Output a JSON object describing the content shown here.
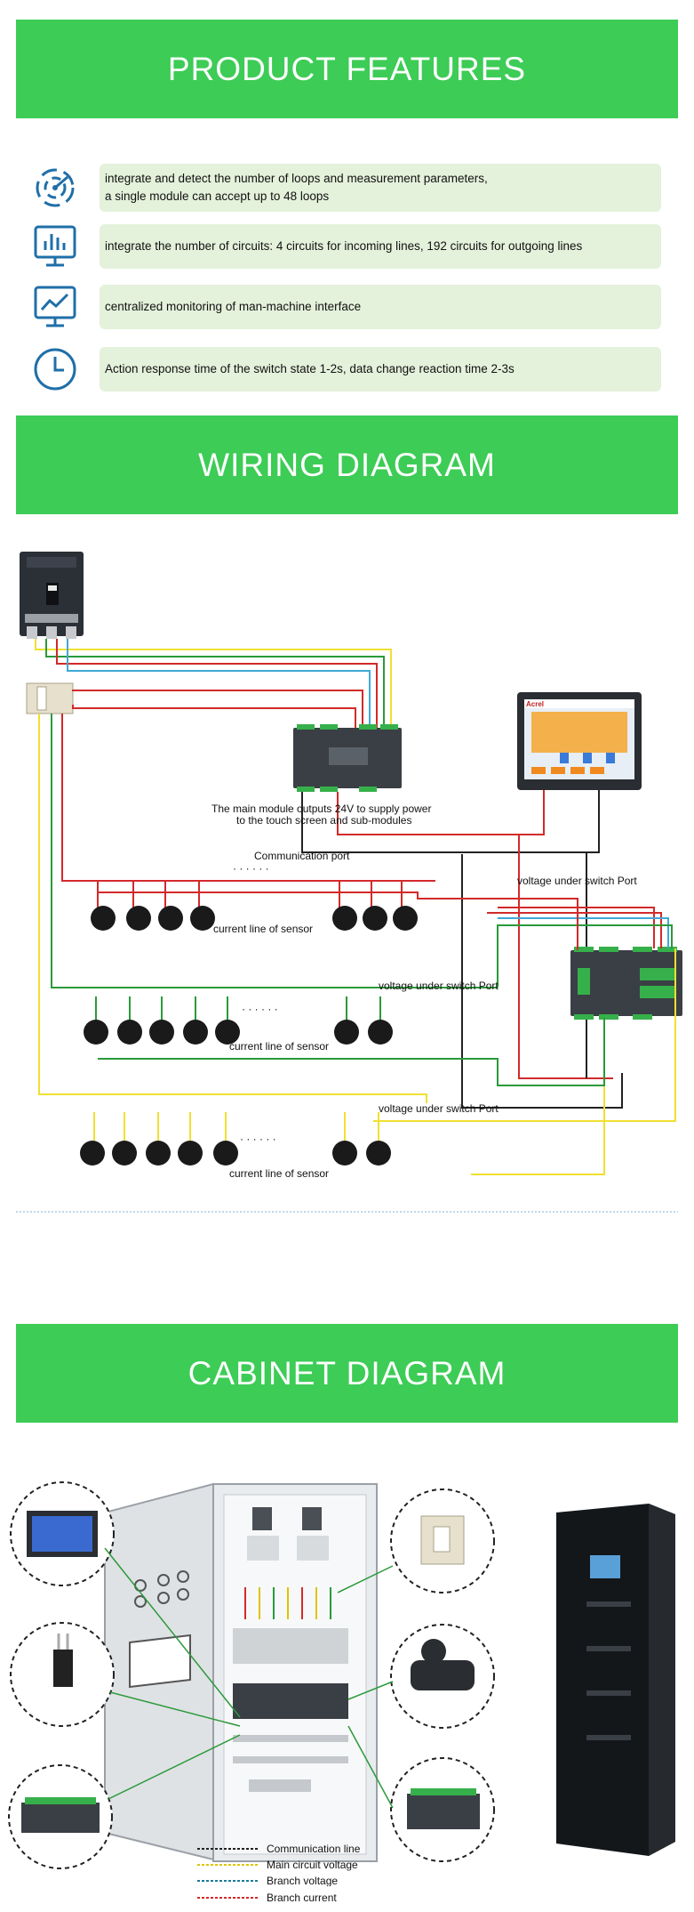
{
  "sections": {
    "features_title": "PRODUCT FEATURES",
    "wiring_title": "WIRING DIAGRAM",
    "cabinet_title": "CABINET DIAGRAM"
  },
  "features": [
    {
      "icon": "sensor-signal-icon",
      "line1": "integrate and detect the number of loops and measurement parameters,",
      "line2": "a single module can accept up to 48 loops"
    },
    {
      "icon": "bar-chart-monitor-icon",
      "line1": "integrate the number of circuits: 4 circuits for incoming lines, 192 circuits for outgoing lines",
      "line2": ""
    },
    {
      "icon": "trend-monitor-icon",
      "line1": "centralized monitoring of man-machine interface",
      "line2": ""
    },
    {
      "icon": "clock-icon",
      "line1": "Action response time of the switch state 1-2s, data change reaction time 2-3s",
      "line2": ""
    }
  ],
  "wiring": {
    "main_module_note_1": "The main module outputs 24V to supply power",
    "main_module_note_2": "to the touch screen and sub-modules",
    "comm_port": "Communication port",
    "voltage_port_1": "voltage under switch Port",
    "voltage_port_2": "voltage under switch Port",
    "voltage_port_3": "voltage under switch Port",
    "sensor_label_1": "current line of sensor",
    "sensor_label_2": "current line of sensor",
    "sensor_label_3": "current line of sensor",
    "dots": "· · · · · ·",
    "hmi_brand": "Acrel"
  },
  "cabinet": {
    "legend": [
      {
        "label": "Communication line",
        "color": "#222222",
        "dash": "3,2"
      },
      {
        "label": "Main circuit voltage",
        "color": "#e0c400",
        "dash": "3,2"
      },
      {
        "label": "Branch voltage",
        "color": "#1a7a9a",
        "dash": "3,2"
      },
      {
        "label": "Branch current",
        "color": "#d22a2a",
        "dash": "3,2"
      }
    ]
  },
  "colors": {
    "banner_green": "#3dcc56",
    "feature_bg": "#e4f1db",
    "icon_blue": "#1f6fa8",
    "wire_red": "#d22a2a",
    "wire_green": "#2a9a3a",
    "wire_yellow": "#f0e030",
    "wire_black": "#222222"
  }
}
